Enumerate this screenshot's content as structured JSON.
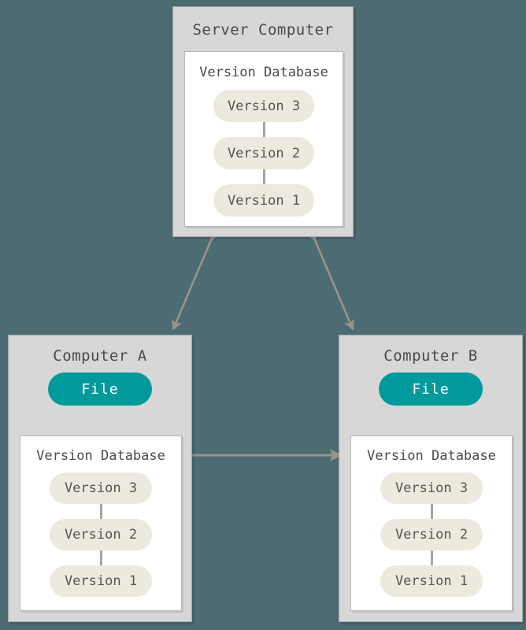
{
  "theme": {
    "background": "#4c6b73",
    "machine_fill": "#d7d7d7",
    "machine_border": "#a6a6a6",
    "db_fill": "#ffffff",
    "db_border": "#b8b8b2",
    "version_pill_fill": "#eceade",
    "file_pill_fill": "#009a9c",
    "text_color": "#4a4a48",
    "arrow_color": "#9c9287"
  },
  "server": {
    "title": "Server Computer",
    "database": {
      "title": "Version Database",
      "versions": [
        {
          "label": "Version 3"
        },
        {
          "label": "Version 2"
        },
        {
          "label": "Version 1"
        }
      ]
    }
  },
  "computer_a": {
    "title": "Computer A",
    "file": {
      "label": "File"
    },
    "database": {
      "title": "Version Database",
      "versions": [
        {
          "label": "Version 3"
        },
        {
          "label": "Version 2"
        },
        {
          "label": "Version 1"
        }
      ]
    }
  },
  "computer_b": {
    "title": "Computer B",
    "file": {
      "label": "File"
    },
    "database": {
      "title": "Version Database",
      "versions": [
        {
          "label": "Version 3"
        },
        {
          "label": "Version 2"
        },
        {
          "label": "Version 1"
        }
      ]
    }
  },
  "connections": [
    {
      "name": "server-to-computer-a",
      "style": "double-headed-arrow"
    },
    {
      "name": "server-to-computer-b",
      "style": "double-headed-arrow"
    },
    {
      "name": "computer-a-to-computer-b",
      "style": "double-headed-arrow"
    },
    {
      "name": "computer-a-db-to-file",
      "style": "single-headed-arrow-up"
    },
    {
      "name": "computer-b-db-to-file",
      "style": "single-headed-arrow-up"
    }
  ]
}
